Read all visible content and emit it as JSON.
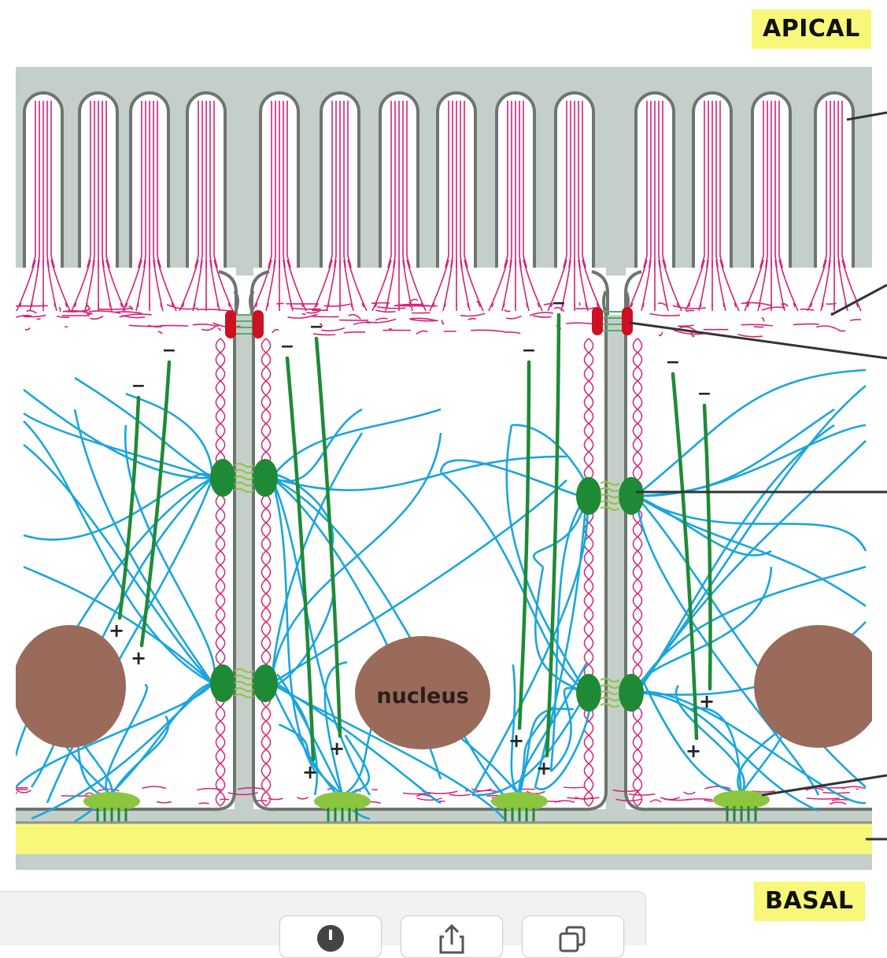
{
  "labels": {
    "apical": "APICAL",
    "basal": "BASAL",
    "nucleus": "nucleus",
    "minus": "−",
    "plus": "+"
  },
  "colors": {
    "cell_membrane": "#6e7570",
    "extracellular": "#c5cfc9",
    "actin": "#d4237a",
    "intermediate_filament": "#1aa6dd",
    "microtubule": "#1f8a36",
    "tight_junction": "#cc1122",
    "desmosome": "#1f8a36",
    "hemidesmosome": "#8cc63f",
    "basal_lamina": "#f7f779",
    "nucleus": "#9a6b5a"
  },
  "toolbar": {
    "buttons": [
      {
        "icon": "info-icon"
      },
      {
        "icon": "share-icon"
      },
      {
        "icon": "copy-icon"
      }
    ]
  }
}
